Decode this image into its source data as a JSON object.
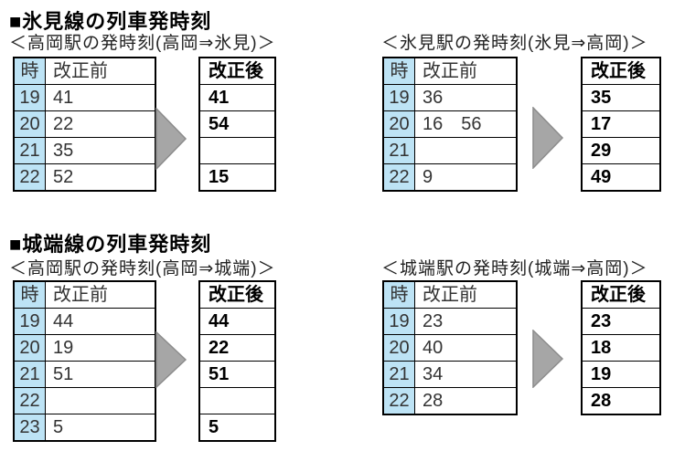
{
  "colors": {
    "hour_column_bg": "#BDE3F5",
    "table_border": "#000000",
    "arrow_fill": "#A6A6A6",
    "arrow_stroke": "#8C8C8C"
  },
  "labels": {
    "hour": "時",
    "before": "改正前",
    "after": "改正後"
  },
  "sections": [
    {
      "title": "■氷見線の列車発時刻",
      "blocks": [
        {
          "subtitle": "＜高岡駅の発時刻(高岡⇒氷見)＞",
          "rows": [
            {
              "hour": "19",
              "before": "41",
              "after": "41"
            },
            {
              "hour": "20",
              "before": "22",
              "after": "54"
            },
            {
              "hour": "21",
              "before": "35",
              "after": ""
            },
            {
              "hour": "22",
              "before": "52",
              "after": "15"
            }
          ]
        },
        {
          "subtitle": "＜氷見駅の発時刻(氷見⇒高岡)＞",
          "rows": [
            {
              "hour": "19",
              "before": "36",
              "after": "35"
            },
            {
              "hour": "20",
              "before": "16　56",
              "after": "17"
            },
            {
              "hour": "21",
              "before": "",
              "after": "29"
            },
            {
              "hour": "22",
              "before": "9",
              "after": "49"
            }
          ]
        }
      ]
    },
    {
      "title": "■城端線の列車発時刻",
      "blocks": [
        {
          "subtitle": "＜高岡駅の発時刻(高岡⇒城端)＞",
          "rows": [
            {
              "hour": "19",
              "before": "44",
              "after": "44"
            },
            {
              "hour": "20",
              "before": "19",
              "after": "22"
            },
            {
              "hour": "21",
              "before": "51",
              "after": "51"
            },
            {
              "hour": "22",
              "before": "",
              "after": ""
            },
            {
              "hour": "23",
              "before": "5",
              "after": "5"
            }
          ]
        },
        {
          "subtitle": "＜城端駅の発時刻(城端⇒高岡)＞",
          "rows": [
            {
              "hour": "19",
              "before": "23",
              "after": "23"
            },
            {
              "hour": "20",
              "before": "40",
              "after": "18"
            },
            {
              "hour": "21",
              "before": "34",
              "after": "19"
            },
            {
              "hour": "22",
              "before": "28",
              "after": "28"
            }
          ]
        }
      ]
    }
  ]
}
